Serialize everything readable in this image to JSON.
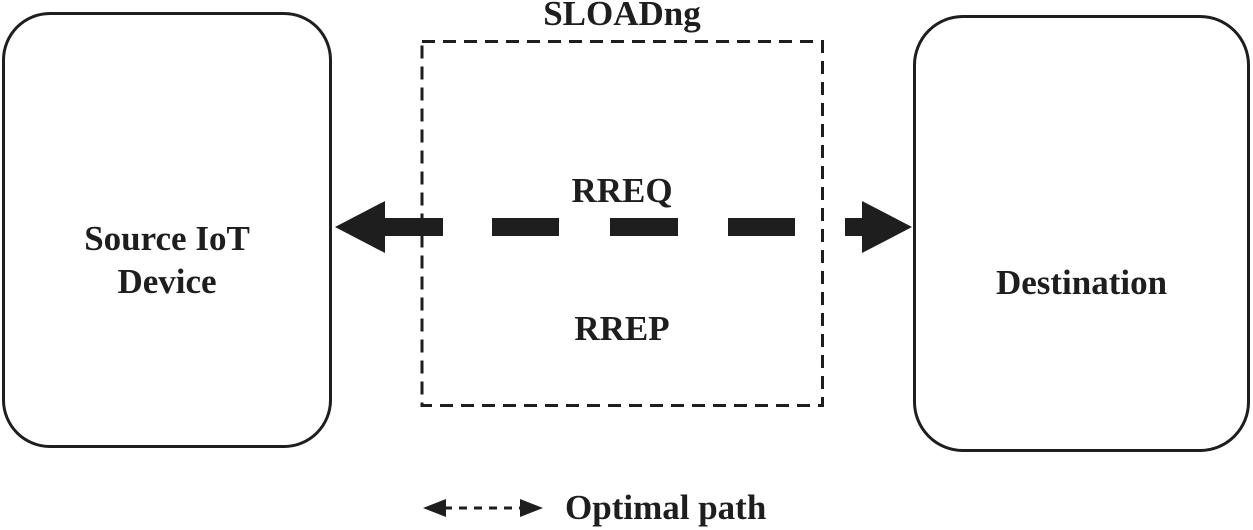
{
  "diagram": {
    "source_box": {
      "label_line1": "Source IoT",
      "label_line2": "Device"
    },
    "destination_box": {
      "label": "Destination"
    },
    "protocol_box": {
      "title": "SLOADng",
      "message_top": "RREQ",
      "message_bottom": "RREP"
    },
    "legend": {
      "label": "Optimal path"
    },
    "icons": {
      "route_arrow": "double-headed-thick-dashed-arrow",
      "legend_arrow": "double-headed-thin-dashed-arrow"
    },
    "colors": {
      "ink": "#1e1e1e",
      "background": "#ffffff"
    }
  }
}
